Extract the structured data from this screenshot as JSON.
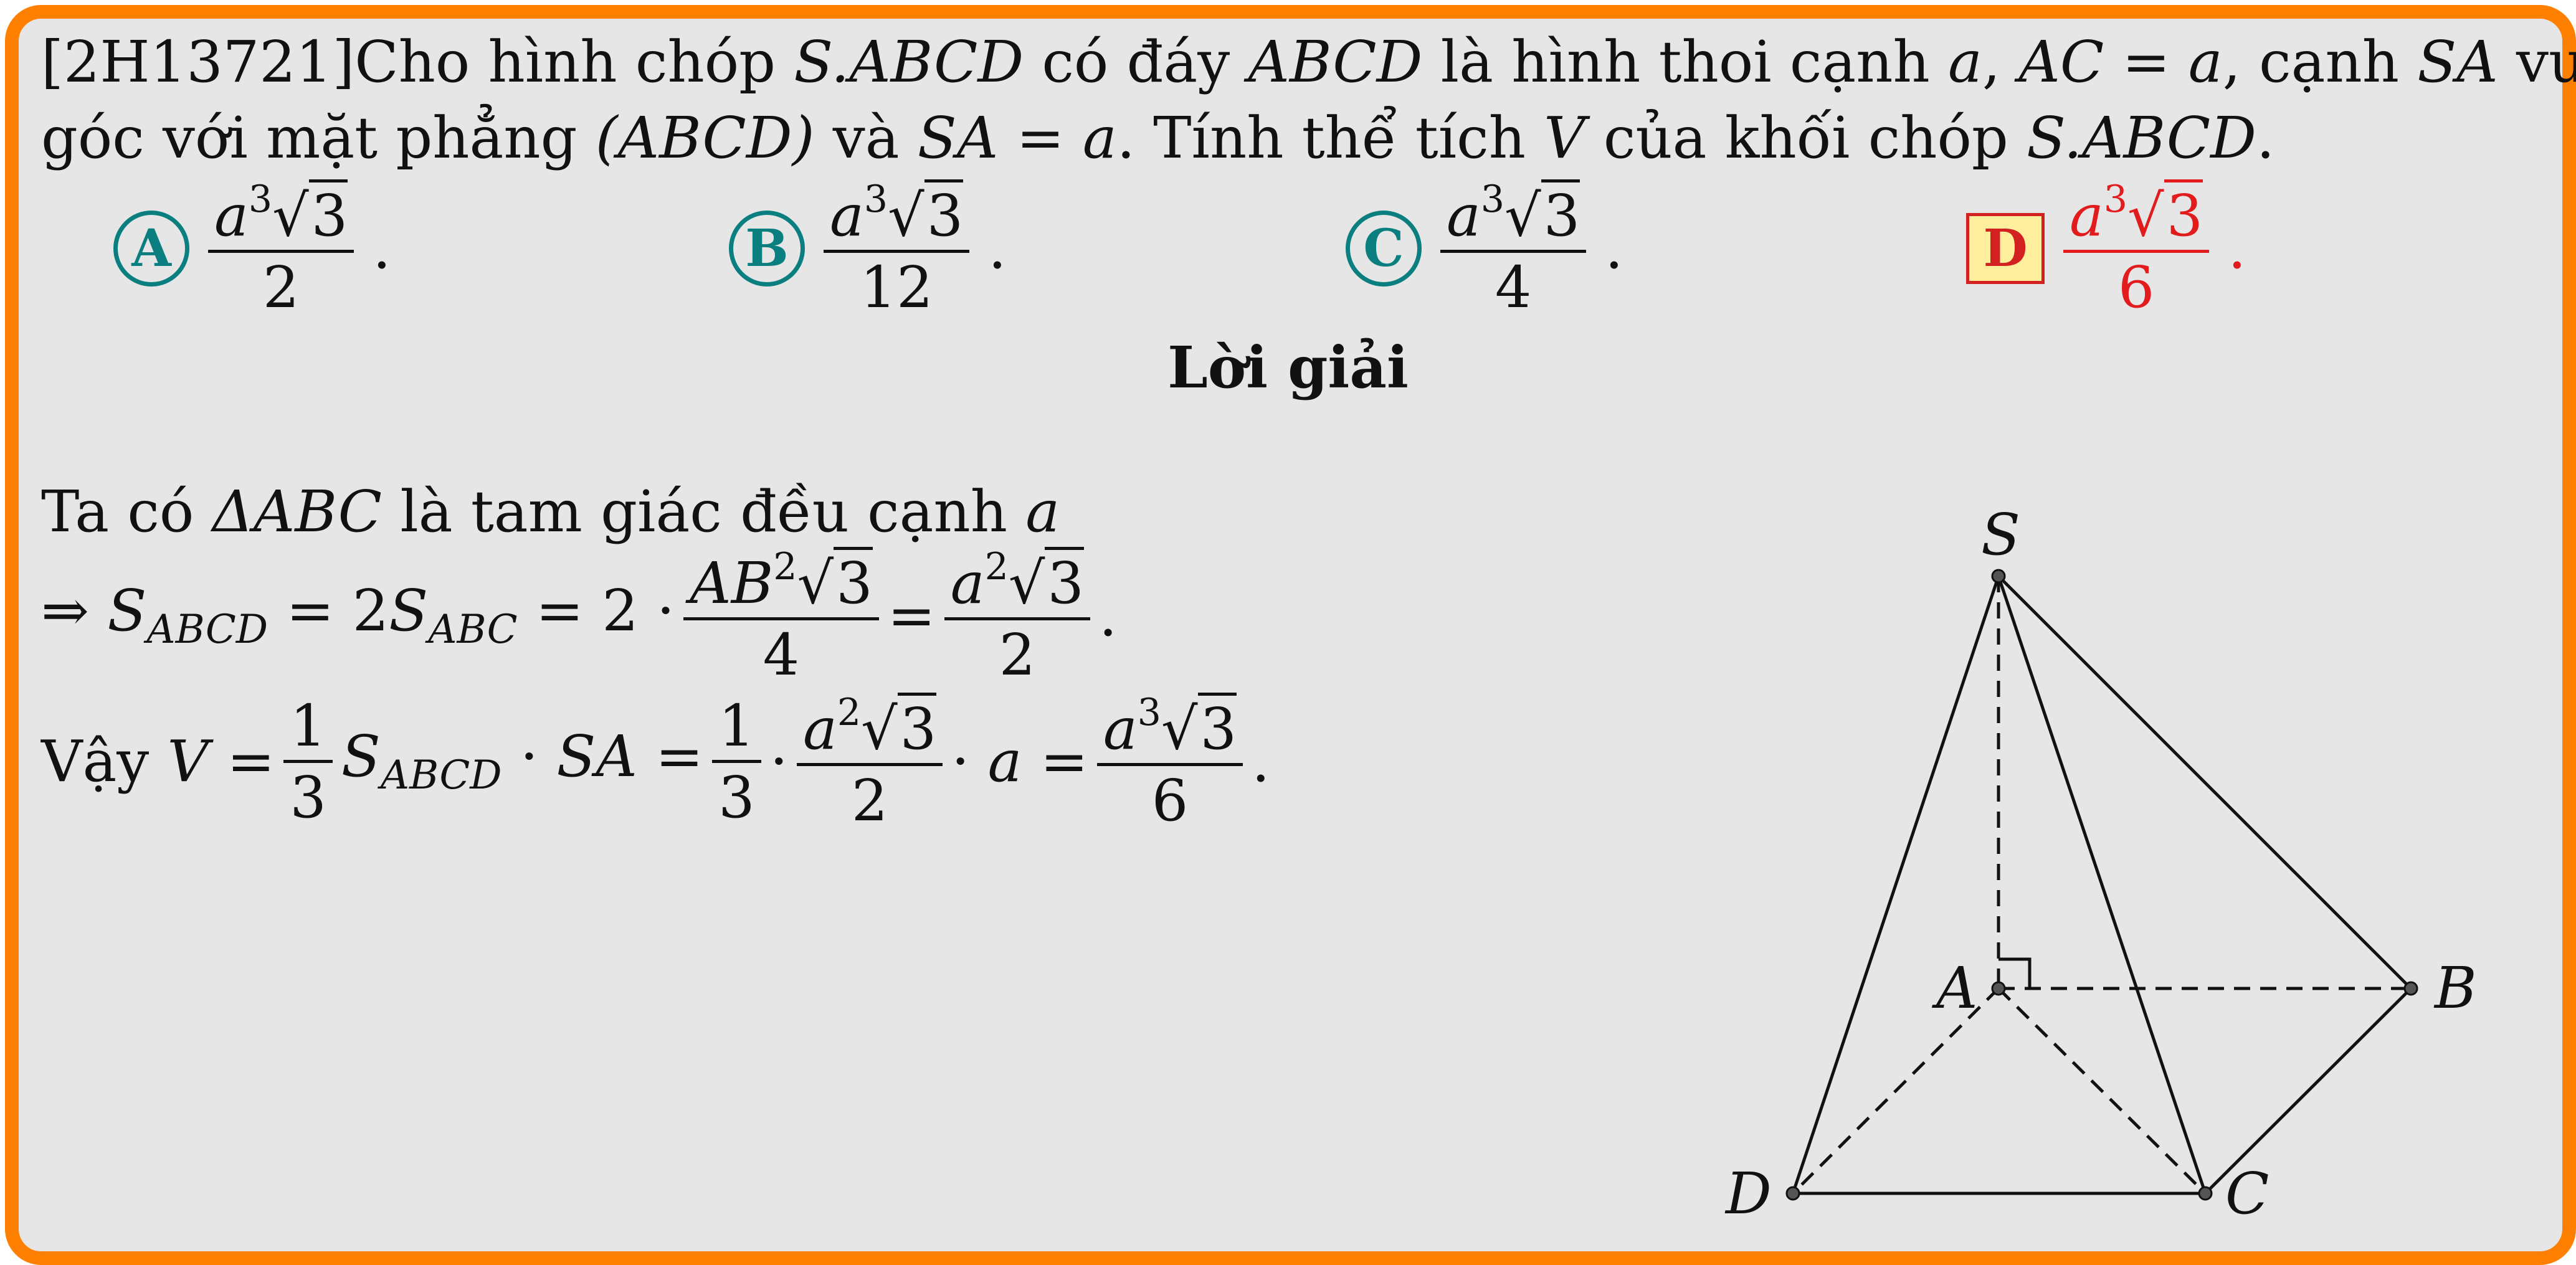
{
  "question": {
    "id": "[2H13721]",
    "line1_a": "Cho hình chóp ",
    "pyramid": "S.ABCD",
    "line1_b": " có đáy ",
    "base": "ABCD",
    "line1_c": " là hình thoi cạnh ",
    "side": "a",
    "line1_d": ", ",
    "ac_eq": "AC = a",
    "line1_e": ", cạnh ",
    "sa": "SA",
    "line1_f": " vuông",
    "line2_a": "góc với mặt phẳng ",
    "plane": "(ABCD)",
    "line2_b": " và ",
    "sa_eq": "SA = a",
    "line2_c": ". Tính thể tích ",
    "vol": "V",
    "line2_d": " của khối chóp ",
    "pyramid2": "S.ABCD",
    "line2_e": "."
  },
  "options": [
    {
      "letter": "A",
      "num_base": "a",
      "num_exp": "3",
      "num_rad": "3",
      "den": "2",
      "dot": ".",
      "correct": false
    },
    {
      "letter": "B",
      "num_base": "a",
      "num_exp": "3",
      "num_rad": "3",
      "den": "12",
      "dot": ".",
      "correct": false
    },
    {
      "letter": "C",
      "num_base": "a",
      "num_exp": "3",
      "num_rad": "3",
      "den": "4",
      "dot": ".",
      "correct": false
    },
    {
      "letter": "D",
      "num_base": "a",
      "num_exp": "3",
      "num_rad": "3",
      "den": "6",
      "dot": ".",
      "correct": true
    }
  ],
  "solution": {
    "heading": "Lời giải",
    "line1_a": "Ta có ",
    "triangle": "ΔABC",
    "line1_b": " là tam giác đều cạnh ",
    "line1_c": "a",
    "l2": {
      "arrow": "⇒ ",
      "s": "S",
      "abcd": "ABCD",
      "eq1": " = 2",
      "s2": "S",
      "abc": "ABC",
      "eq2": " = 2 · ",
      "f1_num_a": "AB",
      "f1_num_exp": "2",
      "f1_rad": "3",
      "f1_den": "4",
      "eq3": " = ",
      "f2_num_a": "a",
      "f2_num_exp": "2",
      "f2_rad": "3",
      "f2_den": "2",
      "end": "."
    },
    "l3": {
      "vay": "Vậy ",
      "v": "V",
      "eq1": " = ",
      "f1_num": "1",
      "f1_den": "3",
      "s": "S",
      "abcd": "ABCD",
      "dot1": " · ",
      "sa": "SA",
      "eq2": " = ",
      "f2_num": "1",
      "f2_den": "3",
      "dot2": " · ",
      "f3_num_a": "a",
      "f3_num_exp": "2",
      "f3_rad": "3",
      "f3_den": "2",
      "dot3": " · ",
      "a": "a",
      "eq3": " = ",
      "f4_num_a": "a",
      "f4_num_exp": "3",
      "f4_rad": "3",
      "f4_den": "6",
      "end": "."
    }
  },
  "figure": {
    "labels": {
      "S": "S",
      "A": "A",
      "B": "B",
      "C": "C",
      "D": "D"
    }
  },
  "colors": {
    "border": "#ff8000",
    "background": "#e6e6e6",
    "option_teal": "#0b7f7f",
    "answer_red": "#e21c1c",
    "answer_box_fill": "#ffef9c"
  }
}
